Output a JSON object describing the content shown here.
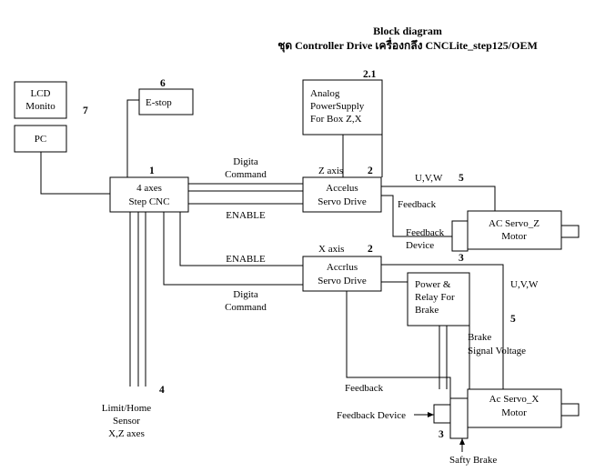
{
  "title": {
    "line1": "Block diagram",
    "line2": "ชุด Controller  Drive  เครื่องกลึง CNCLite_step125/OEM"
  },
  "blocks": {
    "lcd": [
      "LCD",
      "Monito"
    ],
    "pc": "PC",
    "estop": "E-stop",
    "cnc": [
      "4 axes",
      "Step CNC"
    ],
    "analog_ps": [
      "Analog",
      "PowerSupply",
      "For Box Z,X"
    ],
    "servo_drive_z": [
      "Accelus",
      "Servo Drive"
    ],
    "servo_drive_x": [
      "Accrlus",
      "Servo Drive"
    ],
    "power_relay": [
      "Power &",
      "Relay For",
      "Brake"
    ],
    "motor_z": [
      "AC Servo_Z",
      "Motor"
    ],
    "motor_x": [
      "Ac Servo_X",
      "Motor"
    ]
  },
  "labels": {
    "digital_command_top": [
      "Digita",
      "Command"
    ],
    "enable_top": "ENABLE",
    "enable_bottom": "ENABLE",
    "digital_command_bottom": [
      "Digita",
      "Command"
    ],
    "z_axis": "Z axis",
    "x_axis": "X axis",
    "uvw_z": "U,V,W",
    "uvw_x": "U,V,W",
    "feedback_z": "Feedback",
    "feedback_device_z": [
      "Feedback",
      "Device"
    ],
    "brake_signal": [
      "Brake",
      "Signal Voltage"
    ],
    "feedback_x": "Feedback",
    "feedback_device_x": "Feedback Device",
    "safty_brake": "Safty Brake",
    "limit_home": [
      "Limit/Home",
      "Sensor",
      "X,Z axes"
    ]
  },
  "numbers": {
    "n7": "7",
    "n6": "6",
    "n1": "1",
    "n2_1": "2.1",
    "n2_z_axis": "2",
    "n5_z": "5",
    "n2_x_axis": "2",
    "n3_top": "3",
    "n5_x": "5",
    "n4": "4",
    "n3_bottom": "3"
  }
}
